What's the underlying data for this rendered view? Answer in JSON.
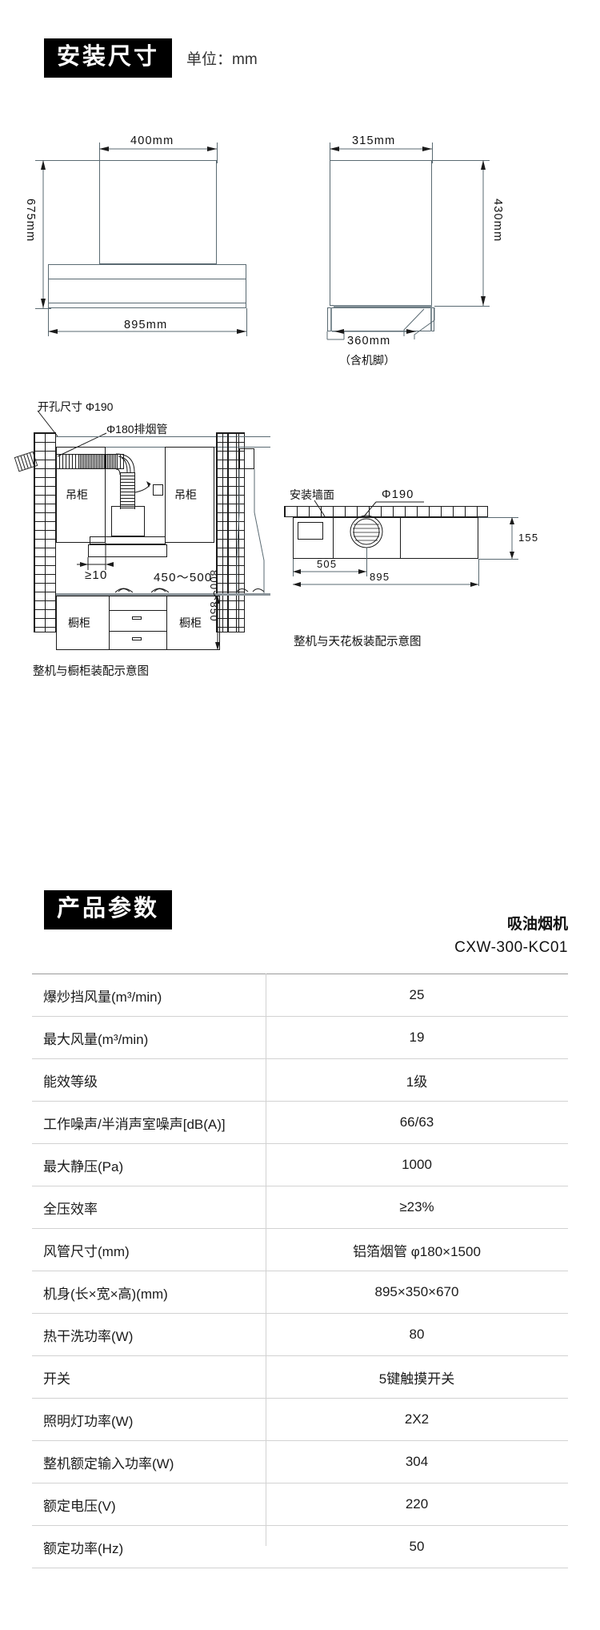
{
  "install_section": {
    "tag": "安装尺寸",
    "unit_note": "单位：mm"
  },
  "drawings": {
    "front_view": {
      "width_top": "400mm",
      "height_total": "675mm",
      "width_bottom": "895mm"
    },
    "side_view": {
      "width_top": "315mm",
      "height_top": "430mm",
      "depth_bottom": "360mm",
      "depth_note": "（含机脚）"
    },
    "cabinet_diagram": {
      "hole_label": "开孔尺寸 Φ190",
      "duct_label": "Φ180排烟管",
      "cabinet_left": "吊柜",
      "cabinet_right": "吊柜",
      "gap": "≥10",
      "hood_to_stove": "450～500",
      "counter_left": "橱柜",
      "counter_right": "橱柜",
      "counter_height": "800～850",
      "caption": "整机与橱柜装配示意图"
    },
    "ceiling_diagram": {
      "wall_label": "安装墙面",
      "hole_label": "Φ190",
      "dim_505": "505",
      "dim_895": "895",
      "dim_155": "155",
      "caption": "整机与天花板装配示意图"
    }
  },
  "params_section": {
    "tag": "产品参数",
    "product_name": "吸油烟机",
    "model": "CXW-300-KC01",
    "rows": [
      {
        "name": "爆炒挡风量(m³/min)",
        "value": "25"
      },
      {
        "name": "最大风量(m³/min)",
        "value": "19"
      },
      {
        "name": "能效等级",
        "value": "1级"
      },
      {
        "name": "工作噪声/半消声室噪声[dB(A)]",
        "value": "66/63"
      },
      {
        "name": "最大静压(Pa)",
        "value": "1000"
      },
      {
        "name": "全压效率",
        "value": "≥23%"
      },
      {
        "name": "风管尺寸(mm)",
        "value": "铝箔烟管 φ180×1500"
      },
      {
        "name": "机身(长×宽×高)(mm)",
        "value": "895×350×670"
      },
      {
        "name": "热干洗功率(W)",
        "value": "80"
      },
      {
        "name": "开关",
        "value": "5键触摸开关"
      },
      {
        "name": "照明灯功率(W)",
        "value": "2X2"
      },
      {
        "name": "整机额定输入功率(W)",
        "value": "304"
      },
      {
        "name": "额定电压(V)",
        "value": "220"
      },
      {
        "name": "额定功率(Hz)",
        "value": "50"
      }
    ]
  },
  "colors": {
    "line": "#5a6a72",
    "ink": "#1b1b1b",
    "tag_bg": "#000000",
    "rule": "#d2d2d2"
  }
}
